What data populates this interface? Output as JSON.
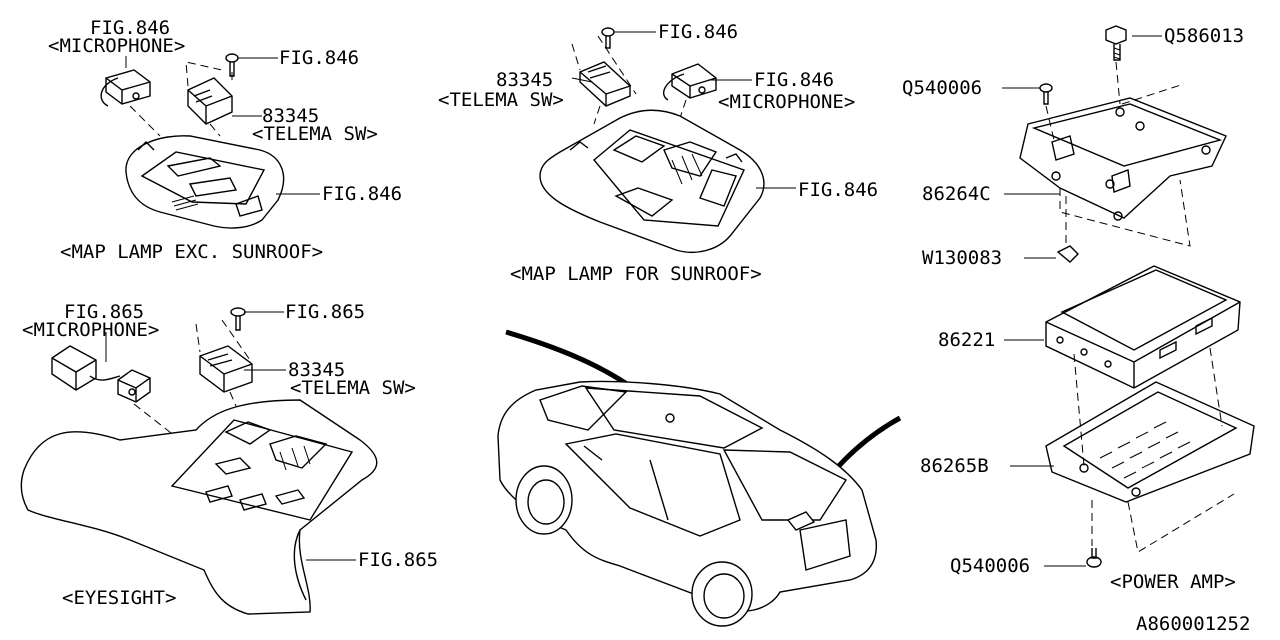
{
  "diagram": {
    "id_code": "A860001252",
    "groups": {
      "map_lamp_exc_sunroof": {
        "caption": "<MAP LAMP EXC. SUNROOF>",
        "microphone_fig": "FIG.846",
        "microphone_label": "<MICROPHONE>",
        "screw_fig": "FIG.846",
        "telema_part": "83345",
        "telema_label": "<TELEMA SW>",
        "lamp_fig": "FIG.846"
      },
      "map_lamp_for_sunroof": {
        "caption": "<MAP LAMP FOR SUNROOF>",
        "screw_fig": "FIG.846",
        "telema_part": "83345",
        "telema_label": "<TELEMA SW>",
        "microphone_fig": "FIG.846",
        "microphone_label": "<MICROPHONE>",
        "lamp_fig": "FIG.846"
      },
      "eyesight": {
        "caption": "<EYESIGHT>",
        "microphone_fig": "FIG.865",
        "microphone_label": "<MICROPHONE>",
        "screw_fig": "FIG.865",
        "telema_part": "83345",
        "telema_label": "<TELEMA SW>",
        "console_fig": "FIG.865"
      },
      "bracket": {
        "bolt_part": "Q586013",
        "screw_part": "Q540006",
        "bracket_part": "86264C",
        "clip_part": "W130083"
      },
      "power_amp": {
        "caption": "<POWER AMP>",
        "amp_part": "86221",
        "tray_part": "86265B",
        "screw_part": "Q540006"
      }
    }
  }
}
